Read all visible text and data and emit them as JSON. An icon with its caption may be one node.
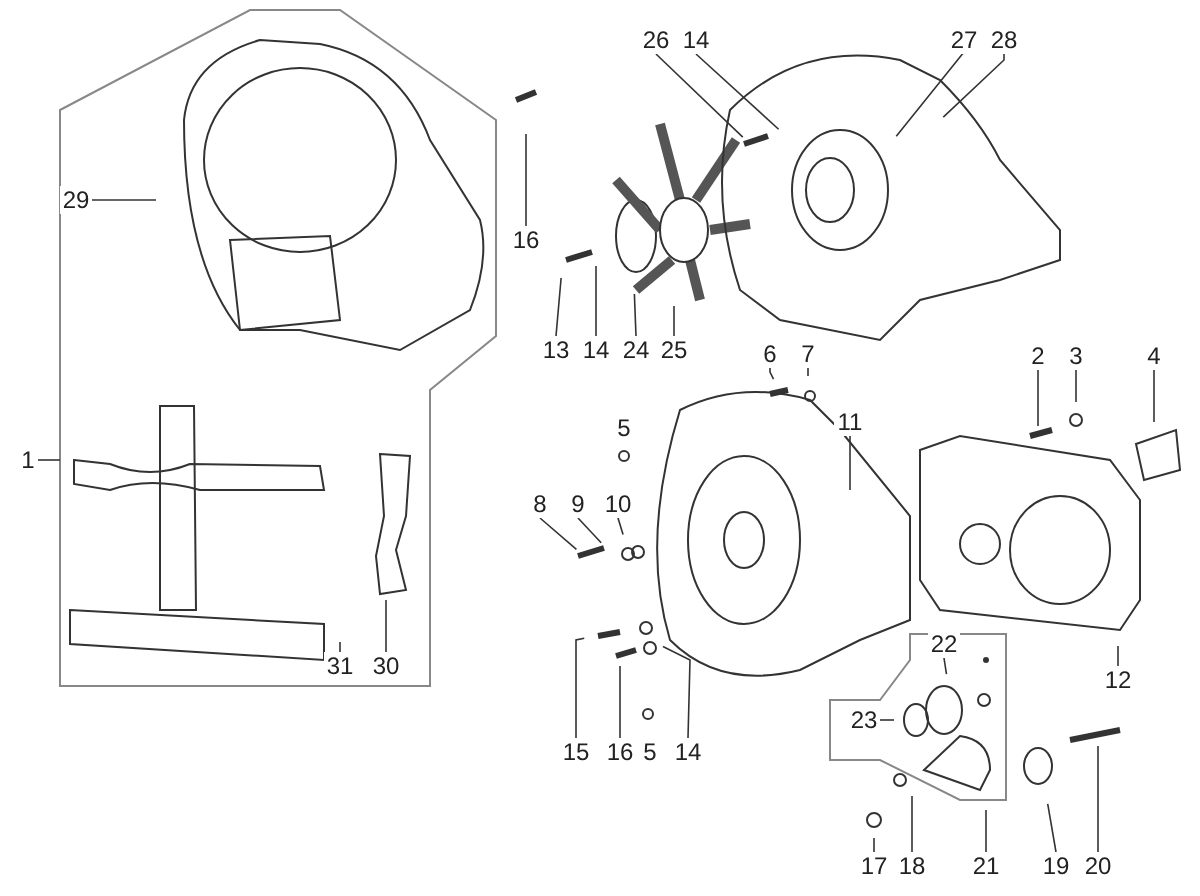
{
  "diagram": {
    "nodes": [
      {
        "text": [
          "29"
        ]
      },
      {
        "text": [
          "1"
        ]
      },
      {
        "text": [
          "16"
        ]
      },
      {
        "text": [
          "13"
        ]
      },
      {
        "text": [
          "14"
        ]
      },
      {
        "text": [
          "24"
        ]
      },
      {
        "text": [
          "25"
        ]
      },
      {
        "text": [
          "26"
        ]
      },
      {
        "text": [
          "14"
        ]
      },
      {
        "text": [
          "27"
        ]
      },
      {
        "text": [
          "28"
        ]
      },
      {
        "text": [
          "6"
        ]
      },
      {
        "text": [
          "7"
        ]
      },
      {
        "text": [
          "2"
        ]
      },
      {
        "text": [
          "3"
        ]
      },
      {
        "text": [
          "4"
        ]
      },
      {
        "text": [
          "5"
        ]
      },
      {
        "text": [
          "11"
        ]
      },
      {
        "text": [
          "8"
        ]
      },
      {
        "text": [
          "9"
        ]
      },
      {
        "text": [
          "10"
        ]
      },
      {
        "text": [
          "12"
        ]
      },
      {
        "text": [
          "15"
        ]
      },
      {
        "text": [
          "16"
        ]
      },
      {
        "text": [
          "5"
        ]
      },
      {
        "text": [
          "14"
        ]
      },
      {
        "text": [
          "22"
        ]
      },
      {
        "text": [
          "23"
        ]
      },
      {
        "text": [
          "17"
        ]
      },
      {
        "text": [
          "18"
        ]
      },
      {
        "text": [
          "21"
        ]
      },
      {
        "text": [
          "19"
        ]
      },
      {
        "text": [
          "20"
        ]
      },
      {
        "text": [
          "31"
        ]
      },
      {
        "text": [
          "30"
        ]
      }
    ],
    "edges": [
      {
        "from": 0,
        "to": null,
        "arrow": "none"
      },
      {
        "from": 1,
        "to": null,
        "arrow": "none"
      },
      {
        "from": 2,
        "to": null,
        "arrow": "none"
      },
      {
        "from": 3,
        "to": null,
        "arrow": "none"
      },
      {
        "from": 4,
        "to": null,
        "arrow": "none"
      },
      {
        "from": 5,
        "to": null,
        "arrow": "none"
      },
      {
        "from": 6,
        "to": null,
        "arrow": "none"
      },
      {
        "from": 7,
        "to": null,
        "arrow": "none"
      },
      {
        "from": 8,
        "to": null,
        "arrow": "none"
      },
      {
        "from": 9,
        "to": null,
        "arrow": "none"
      },
      {
        "from": 10,
        "to": null,
        "arrow": "none"
      },
      {
        "from": 11,
        "to": null,
        "arrow": "none"
      },
      {
        "from": 12,
        "to": null,
        "arrow": "none"
      },
      {
        "from": 13,
        "to": null,
        "arrow": "none"
      },
      {
        "from": 14,
        "to": null,
        "arrow": "none"
      },
      {
        "from": 15,
        "to": null,
        "arrow": "none"
      },
      {
        "from": 17,
        "to": null,
        "arrow": "none"
      },
      {
        "from": 18,
        "to": null,
        "arrow": "none"
      },
      {
        "from": 19,
        "to": null,
        "arrow": "none"
      },
      {
        "from": 20,
        "to": null,
        "arrow": "none"
      },
      {
        "from": 21,
        "to": null,
        "arrow": "none"
      },
      {
        "from": 22,
        "to": null,
        "arrow": "none"
      },
      {
        "from": 23,
        "to": null,
        "arrow": "none"
      },
      {
        "from": 25,
        "to": null,
        "arrow": "none"
      },
      {
        "from": 26,
        "to": null,
        "arrow": "none"
      },
      {
        "from": 27,
        "to": null,
        "arrow": "none"
      },
      {
        "from": 28,
        "to": null,
        "arrow": "none"
      },
      {
        "from": 29,
        "to": null,
        "arrow": "none"
      },
      {
        "from": 30,
        "to": null,
        "arrow": "none"
      },
      {
        "from": 31,
        "to": null,
        "arrow": "none"
      },
      {
        "from": 32,
        "to": null,
        "arrow": "none"
      },
      {
        "from": 33,
        "to": null,
        "arrow": "none"
      },
      {
        "from": 34,
        "to": null,
        "arrow": "none"
      }
    ]
  }
}
